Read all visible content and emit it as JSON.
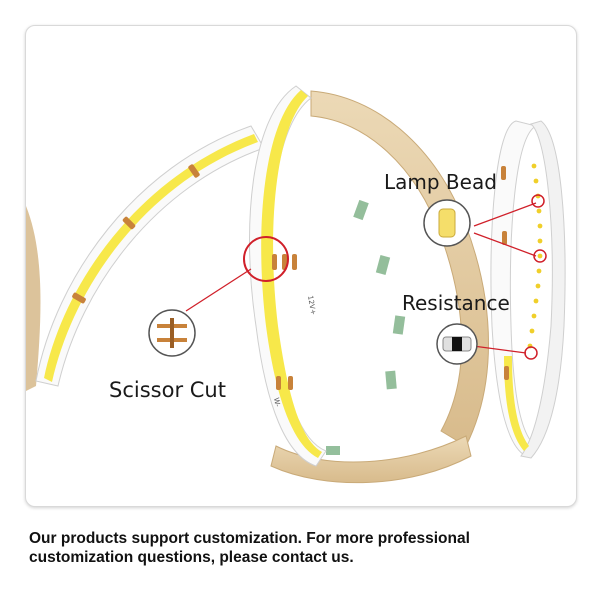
{
  "labels": {
    "scissor_cut": "Scissor Cut",
    "lamp_bead": "Lamp Bead",
    "resistance": "Resistance"
  },
  "strip_markings": {
    "voltage": "12V+",
    "ground": "W-"
  },
  "caption": "Our products support customization. For more professional customization questions, please contact us.",
  "colors": {
    "led_yellow": "#f7e84a",
    "backing_tape": "#e2c9a1",
    "copper_pad": "#c8823a",
    "callout_red": "#d0202a",
    "frame_border": "#d9d9d9"
  },
  "icons": [
    "scissor-cut-icon",
    "lamp-bead-icon",
    "resistance-icon"
  ]
}
